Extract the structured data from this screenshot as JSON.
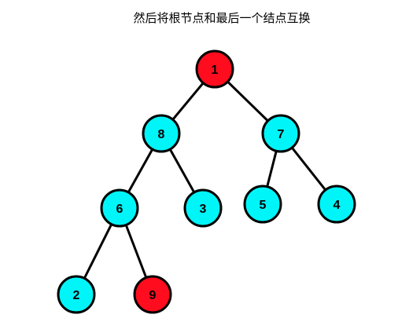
{
  "title": "然后将根节点和最后一个结点互换",
  "colors": {
    "normal_fill": "#00f5f8",
    "highlight_fill": "#ff0d1e",
    "stroke": "#000000"
  },
  "tree": {
    "nodes": [
      {
        "id": "n1",
        "label": "1",
        "highlight": true
      },
      {
        "id": "n8",
        "label": "8",
        "highlight": false
      },
      {
        "id": "n7",
        "label": "7",
        "highlight": false
      },
      {
        "id": "n6",
        "label": "6",
        "highlight": false
      },
      {
        "id": "n3",
        "label": "3",
        "highlight": false
      },
      {
        "id": "n5",
        "label": "5",
        "highlight": false
      },
      {
        "id": "n4",
        "label": "4",
        "highlight": false
      },
      {
        "id": "n2",
        "label": "2",
        "highlight": false
      },
      {
        "id": "n9",
        "label": "9",
        "highlight": true
      }
    ],
    "edges": [
      [
        "n1",
        "n8"
      ],
      [
        "n1",
        "n7"
      ],
      [
        "n8",
        "n6"
      ],
      [
        "n8",
        "n3"
      ],
      [
        "n7",
        "n5"
      ],
      [
        "n7",
        "n4"
      ],
      [
        "n6",
        "n2"
      ],
      [
        "n6",
        "n9"
      ]
    ]
  }
}
